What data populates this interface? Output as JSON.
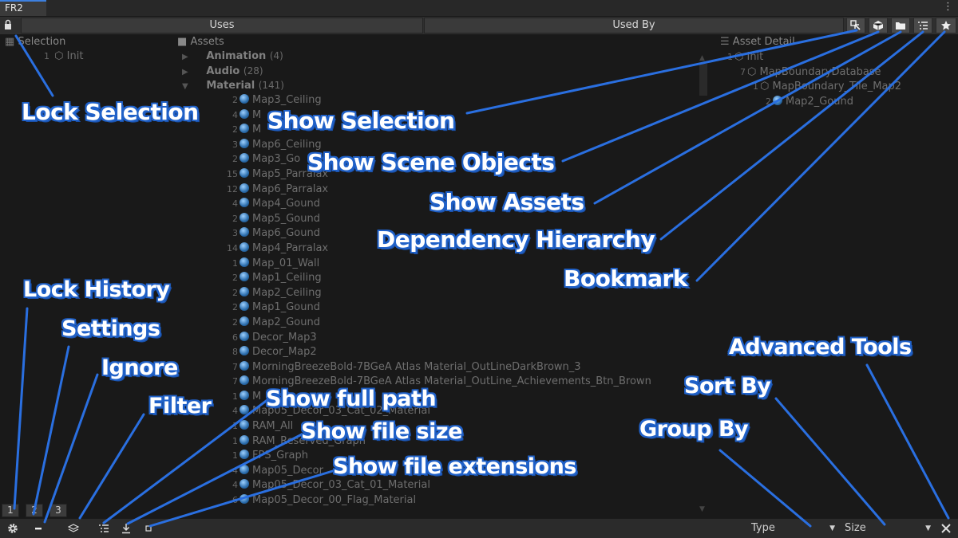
{
  "window": {
    "tab_title": "FR2",
    "menu_icon": "kebab-menu-icon"
  },
  "toolbar": {
    "uses_label": "Uses",
    "used_by_label": "Used By",
    "icons": [
      "lock-icon",
      "show-selection-icon",
      "scene-objects-icon",
      "folder-icon",
      "hierarchy-icon",
      "star-icon"
    ]
  },
  "selection_panel": {
    "header": "Selection",
    "items": [
      {
        "count": "1",
        "name": "Init"
      }
    ]
  },
  "assets_panel": {
    "header": "Assets",
    "categories": [
      {
        "name": "Animation",
        "count": "(4)"
      },
      {
        "name": "Audio",
        "count": "(28)"
      },
      {
        "name": "Material",
        "count": "(141)"
      }
    ],
    "materials": [
      {
        "count": "2",
        "name": "Map3_Ceiling"
      },
      {
        "count": "4",
        "name": "M"
      },
      {
        "count": "2",
        "name": "M"
      },
      {
        "count": "3",
        "name": "Map6_Ceiling"
      },
      {
        "count": "2",
        "name": "Map3_Go"
      },
      {
        "count": "15",
        "name": "Map5_Parralax"
      },
      {
        "count": "12",
        "name": "Map6_Parralax"
      },
      {
        "count": "4",
        "name": "Map4_Gound"
      },
      {
        "count": "2",
        "name": "Map5_Gound"
      },
      {
        "count": "3",
        "name": "Map6_Gound"
      },
      {
        "count": "14",
        "name": "Map4_Parralax"
      },
      {
        "count": "1",
        "name": "Map_01_Wall"
      },
      {
        "count": "2",
        "name": "Map1_Ceiling"
      },
      {
        "count": "2",
        "name": "Map2_Ceiling"
      },
      {
        "count": "2",
        "name": "Map1_Gound"
      },
      {
        "count": "2",
        "name": "Map2_Gound"
      },
      {
        "count": "6",
        "name": "Decor_Map3"
      },
      {
        "count": "8",
        "name": "Decor_Map2"
      },
      {
        "count": "7",
        "name": "MorningBreezeBold-7BGeA Atlas Material_OutLineDarkBrown_3"
      },
      {
        "count": "7",
        "name": "MorningBreezeBold-7BGeA Atlas Material_OutLine_Achievements_Btn_Brown"
      },
      {
        "count": "1",
        "name": "M"
      },
      {
        "count": "4",
        "name": "Map05_Decor_03_Cat_02_Material"
      },
      {
        "count": "1",
        "name": "RAM_All"
      },
      {
        "count": "1",
        "name": "RAM_Reserved_Graph"
      },
      {
        "count": "1",
        "name": "FPS_Graph"
      },
      {
        "count": "4",
        "name": "Map05_Decor"
      },
      {
        "count": "4",
        "name": "Map05_Decor_03_Cat_01_Material"
      },
      {
        "count": "6",
        "name": "Map05_Decor_00_Flag_Material"
      }
    ]
  },
  "details_panel": {
    "header": "Asset Detail",
    "items": [
      {
        "count": "1",
        "name": "Init",
        "indent": 0
      },
      {
        "count": "7",
        "name": "MapBoundaryDatabase",
        "indent": 1
      },
      {
        "count": "1",
        "name": "MapBoundary_Tile_Map2",
        "indent": 2
      },
      {
        "count": "2",
        "name": "Map2_Gound",
        "indent": 3
      }
    ]
  },
  "history": {
    "tabs": [
      "1",
      "2",
      "3"
    ]
  },
  "bottom": {
    "group_by_value": "Type",
    "sort_by_value": "Size"
  },
  "annotations": {
    "lock_selection": "Lock Selection",
    "show_selection": "Show Selection",
    "show_scene_objects": "Show Scene Objects",
    "show_assets": "Show Assets",
    "dependency_hierarchy": "Dependency Hierarchy",
    "bookmark": "Bookmark",
    "lock_history": "Lock History",
    "settings": "Settings",
    "ignore": "Ignore",
    "filter": "Filter",
    "show_full_path": "Show full path",
    "show_file_size": "Show file size",
    "show_file_extensions": "Show file extensions",
    "advanced_tools": "Advanced Tools",
    "sort_by": "Sort By",
    "group_by": "Group By"
  },
  "colors": {
    "annotation_outline": "#2061c8",
    "tab_accent": "#3d80df",
    "background": "#191919"
  }
}
